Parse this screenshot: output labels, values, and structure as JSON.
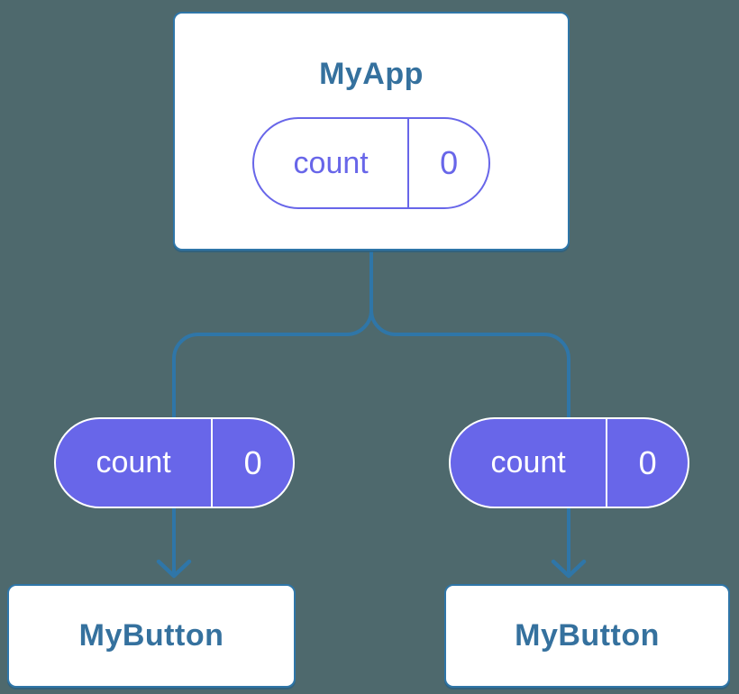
{
  "diagram": {
    "background_color": "#4e696d",
    "colors": {
      "line": "#2f76a8",
      "node_border": "#2f76a8",
      "node_bg": "#ffffff",
      "node_text": "#35719e",
      "accent_purple": "#6866e9",
      "pill_text_light": "#ffffff"
    },
    "root": {
      "title": "MyApp",
      "state": {
        "name": "count",
        "value": "0"
      }
    },
    "children": [
      {
        "title": "MyButton",
        "state": {
          "name": "count",
          "value": "0"
        }
      },
      {
        "title": "MyButton",
        "state": {
          "name": "count",
          "value": "0"
        }
      }
    ]
  }
}
